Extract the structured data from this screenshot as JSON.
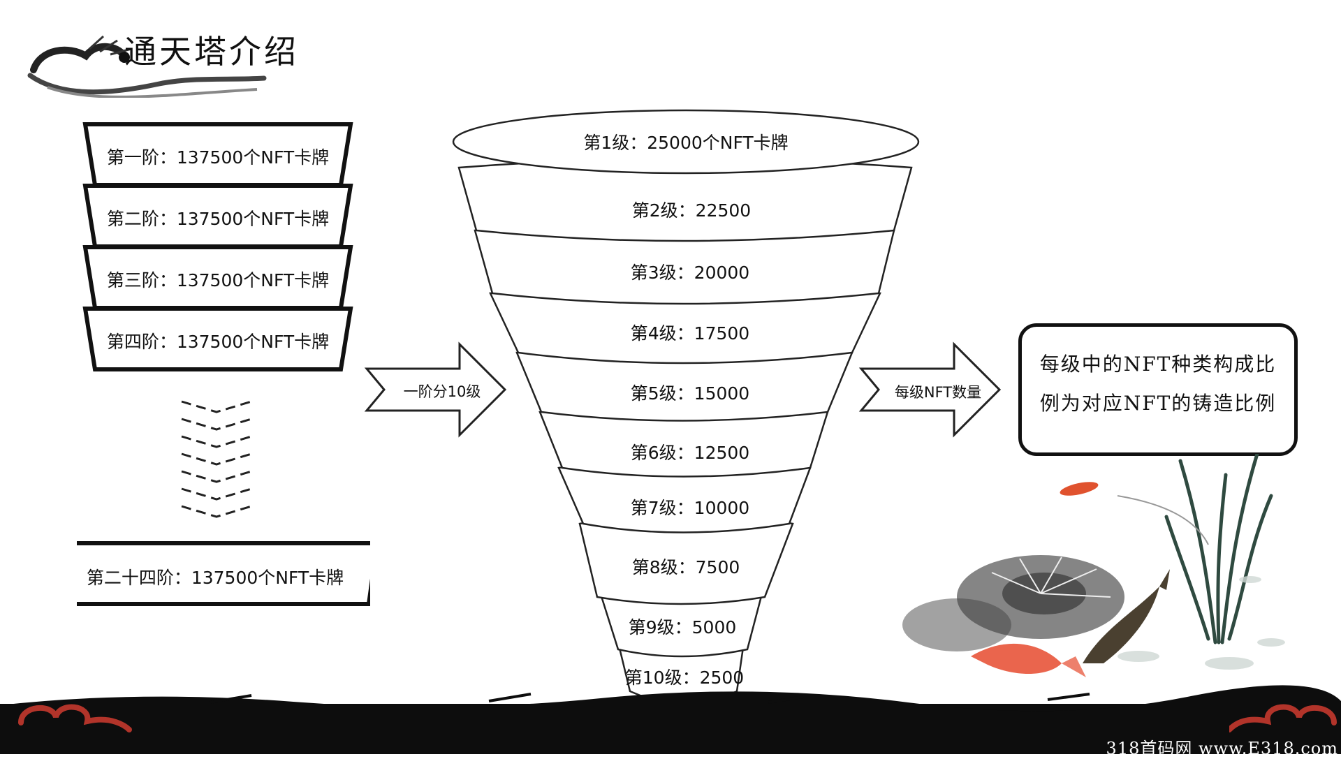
{
  "title": "通天塔介绍",
  "tiers": [
    "第一阶：137500个NFT卡牌",
    "第二阶：137500个NFT卡牌",
    "第三阶：137500个NFT卡牌",
    "第四阶：137500个NFT卡牌"
  ],
  "last_tier": "第二十四阶：137500个NFT卡牌",
  "arrow_left_label": "一阶分10级",
  "arrow_right_label": "每级NFT数量",
  "levels": [
    "第1级：25000个NFT卡牌",
    "第2级：22500",
    "第3级：20000",
    "第4级：17500",
    "第5级：15000",
    "第6级：12500",
    "第7级：10000",
    "第8级：7500",
    "第9级：5000",
    "第10级：2500"
  ],
  "note_lines": [
    "每级中的NFT种类构成比",
    "例为对应NFT的铸造比例"
  ],
  "watermark": "318首码网 www.E318.com",
  "icons": {
    "dragon": "ink-dragon-icon",
    "lotus": "ink-lotus-illustration",
    "fish": "koi-fish-illustration",
    "cloud": "cloud-scroll-icon"
  }
}
